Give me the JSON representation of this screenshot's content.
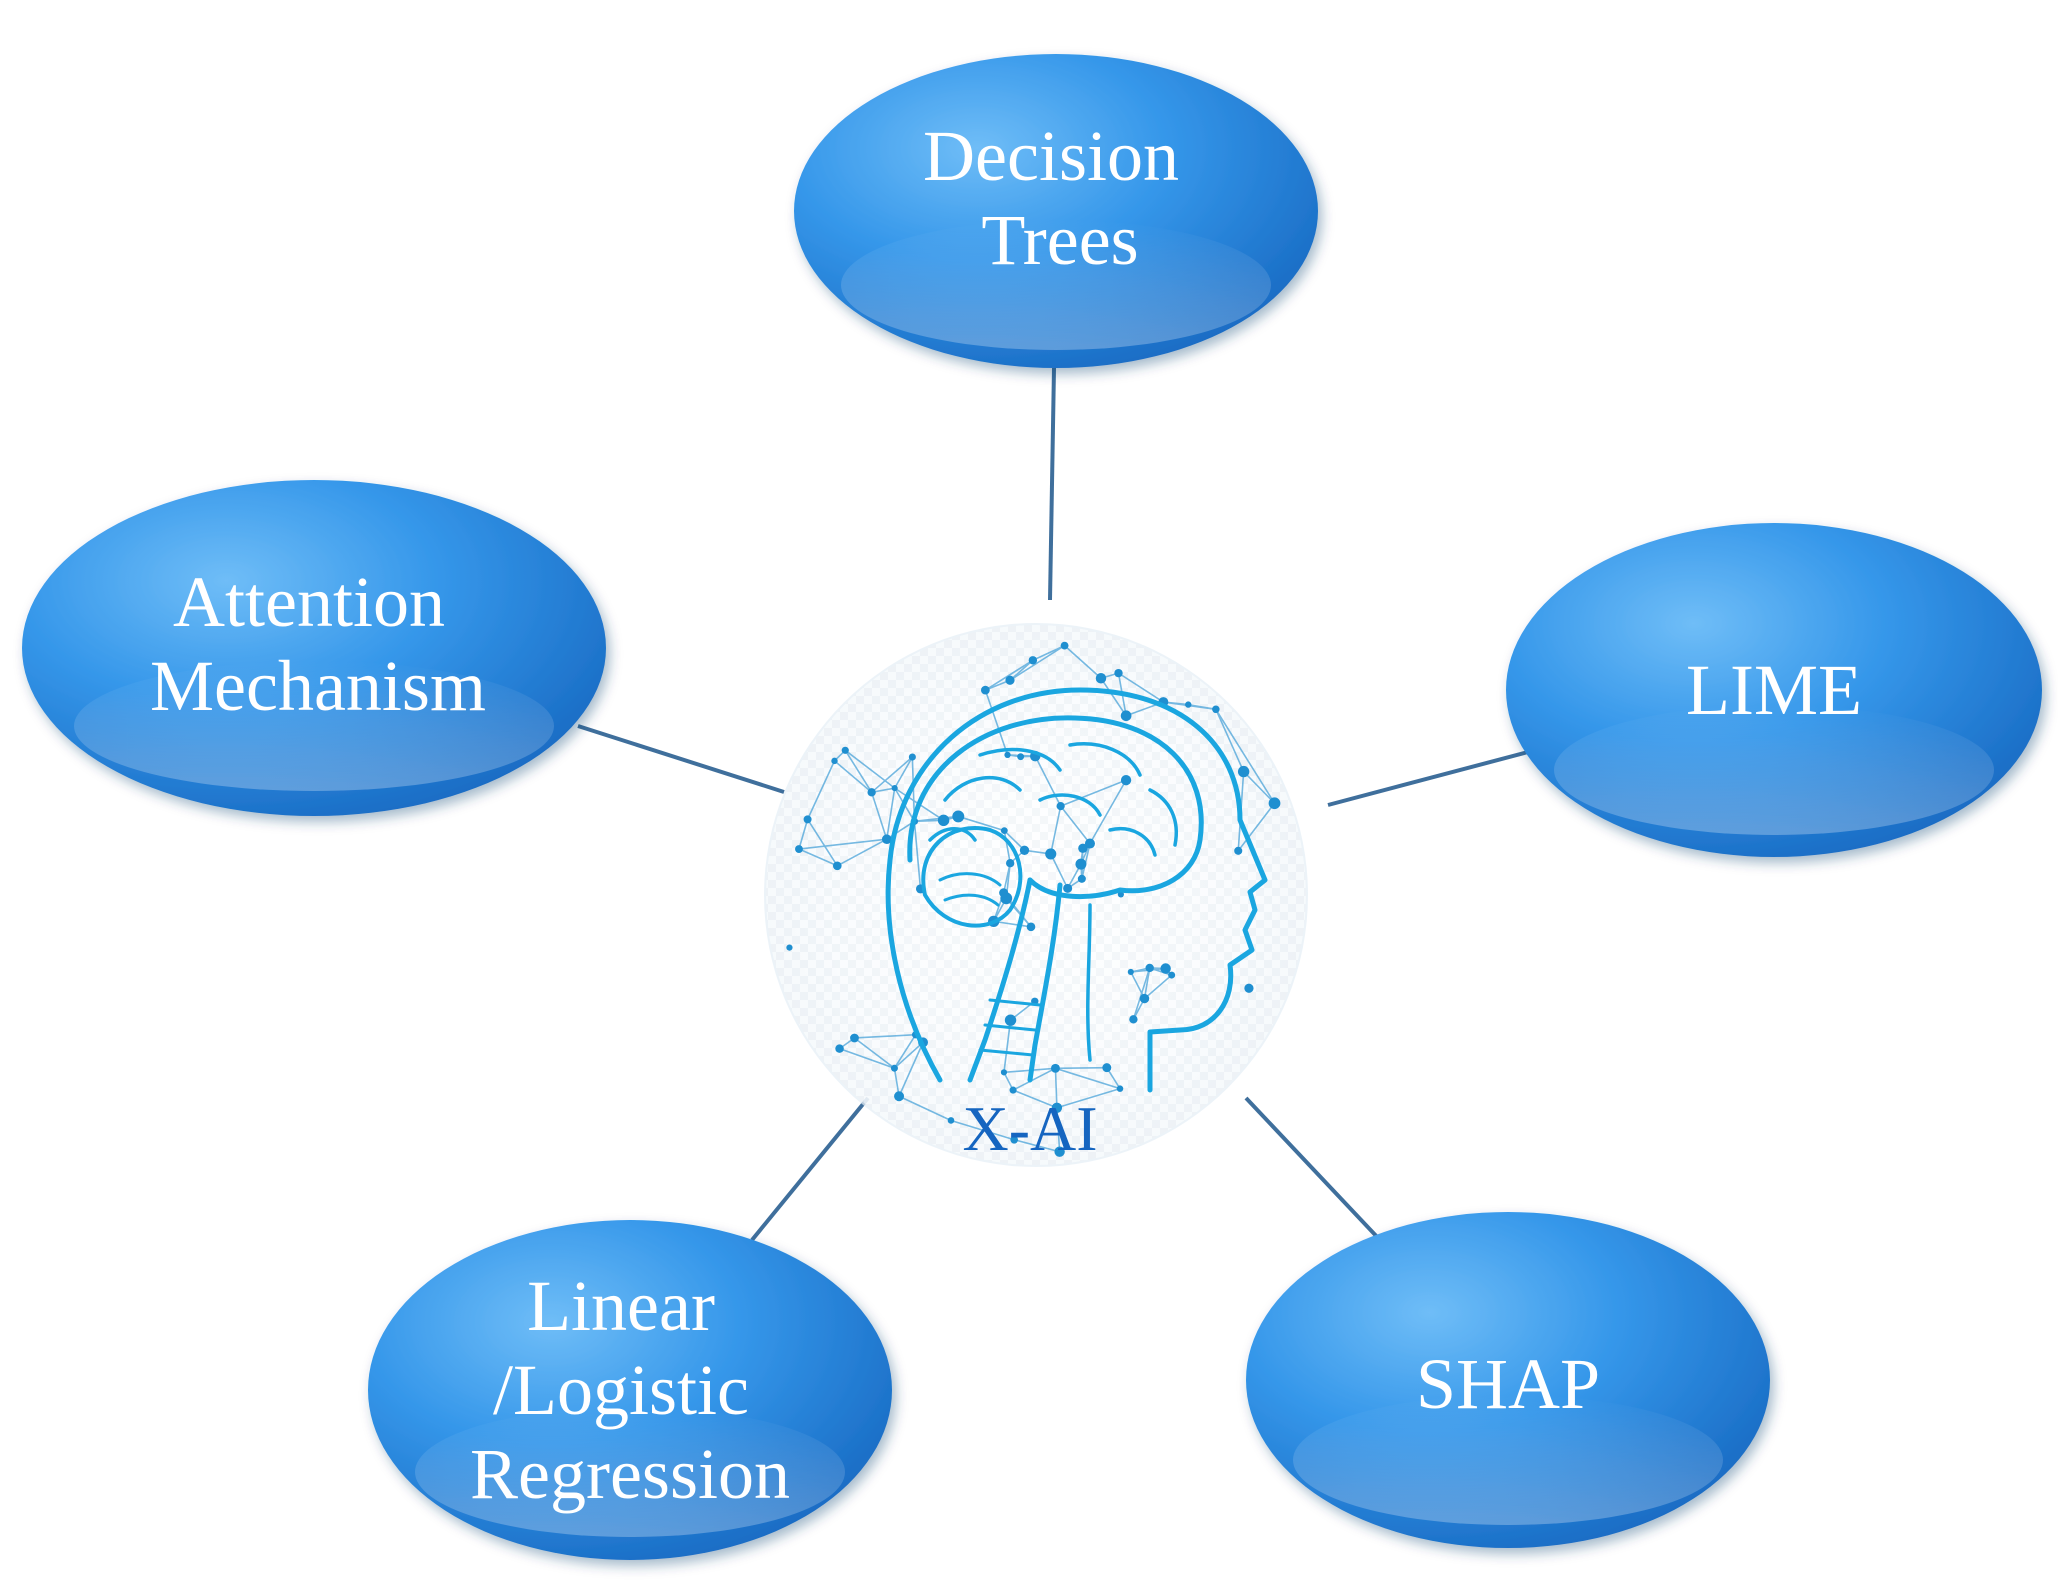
{
  "center": {
    "label": "X-AI",
    "icon": "brain-head-network-icon"
  },
  "nodes": [
    {
      "id": "decision-trees",
      "lines": [
        "Decision",
        "Trees"
      ]
    },
    {
      "id": "lime",
      "lines": [
        "LIME"
      ]
    },
    {
      "id": "shap",
      "lines": [
        "SHAP"
      ]
    },
    {
      "id": "linear-logistic-regression",
      "lines": [
        "Linear",
        "/Logistic",
        "Regression"
      ]
    },
    {
      "id": "attention-mechanism",
      "lines": [
        "Attention",
        "Mechanism"
      ]
    }
  ],
  "colors": {
    "node_fill_dark": "#1e7fd6",
    "node_fill_light": "#4fa8f2",
    "connector": "#3f6f9c",
    "brain_line": "#1aa6e0",
    "network_dot": "#1f8fd0",
    "center_label": "#1565c0"
  }
}
